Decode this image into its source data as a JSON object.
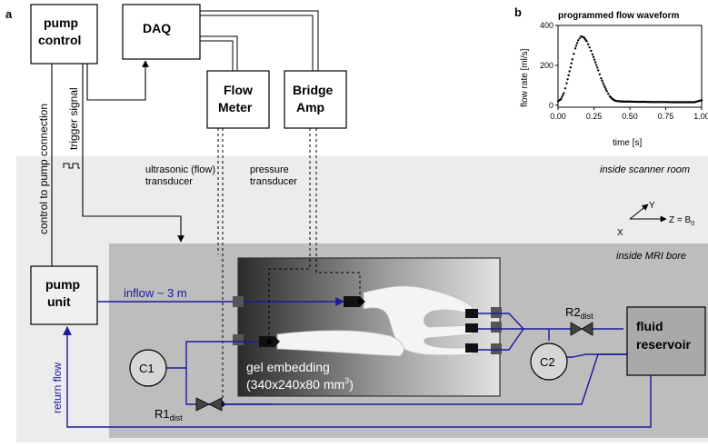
{
  "panel_a": {
    "label": "a",
    "pump_control": [
      "pump",
      "control"
    ],
    "daq": "DAQ",
    "flow_meter": [
      "Flow",
      "Meter"
    ],
    "bridge_amp": [
      "Bridge",
      "Amp"
    ],
    "control_conn": "control to pump connection",
    "trigger_signal": "trigger signal",
    "ultrasonic": [
      "ultrasonic (flow)",
      "transducer"
    ],
    "pressure": [
      "pressure",
      "transducer"
    ],
    "scanner_room": "inside scanner room",
    "mri_bore": "inside MRI bore",
    "pump_unit": [
      "pump",
      "unit"
    ],
    "inflow": "inflow ~ 3 m",
    "c1": "C1",
    "c2": "C2",
    "r1": "R1",
    "r1_sub": "dist",
    "r2": "R2",
    "r2_sub": "dist",
    "gel": [
      "gel embedding",
      "(340x240x80 mm",
      "3",
      ")"
    ],
    "fluid_reservoir": [
      "fluid",
      "reservoir"
    ],
    "return_flow": "return flow",
    "axes": {
      "y": "Y",
      "z": "Z = B",
      "z_sub": "0",
      "x": "X"
    }
  },
  "panel_b": {
    "label": "b",
    "chart_data": {
      "type": "scatter",
      "title": "programmed flow waveform",
      "xlabel": "time [s]",
      "ylabel": "flow rate [ml/s]",
      "xlim": [
        0,
        1.0
      ],
      "ylim": [
        -10,
        400
      ],
      "xticks": [
        "0.00",
        "0.25",
        "0.50",
        "0.75",
        "1.00"
      ],
      "yticks": [
        "0",
        "200",
        "400"
      ],
      "x": [
        0.0,
        0.02,
        0.04,
        0.06,
        0.08,
        0.1,
        0.12,
        0.14,
        0.16,
        0.18,
        0.2,
        0.22,
        0.24,
        0.26,
        0.28,
        0.3,
        0.32,
        0.34,
        0.36,
        0.38,
        0.4,
        0.42,
        0.44,
        0.46,
        0.5,
        0.55,
        0.6,
        0.65,
        0.7,
        0.75,
        0.8,
        0.85,
        0.9,
        0.95,
        1.0
      ],
      "y": [
        20,
        30,
        60,
        110,
        170,
        230,
        285,
        325,
        345,
        340,
        320,
        290,
        255,
        215,
        175,
        135,
        100,
        70,
        45,
        30,
        22,
        20,
        19,
        18,
        18,
        17,
        17,
        16,
        16,
        16,
        15,
        15,
        15,
        15,
        25
      ]
    }
  }
}
